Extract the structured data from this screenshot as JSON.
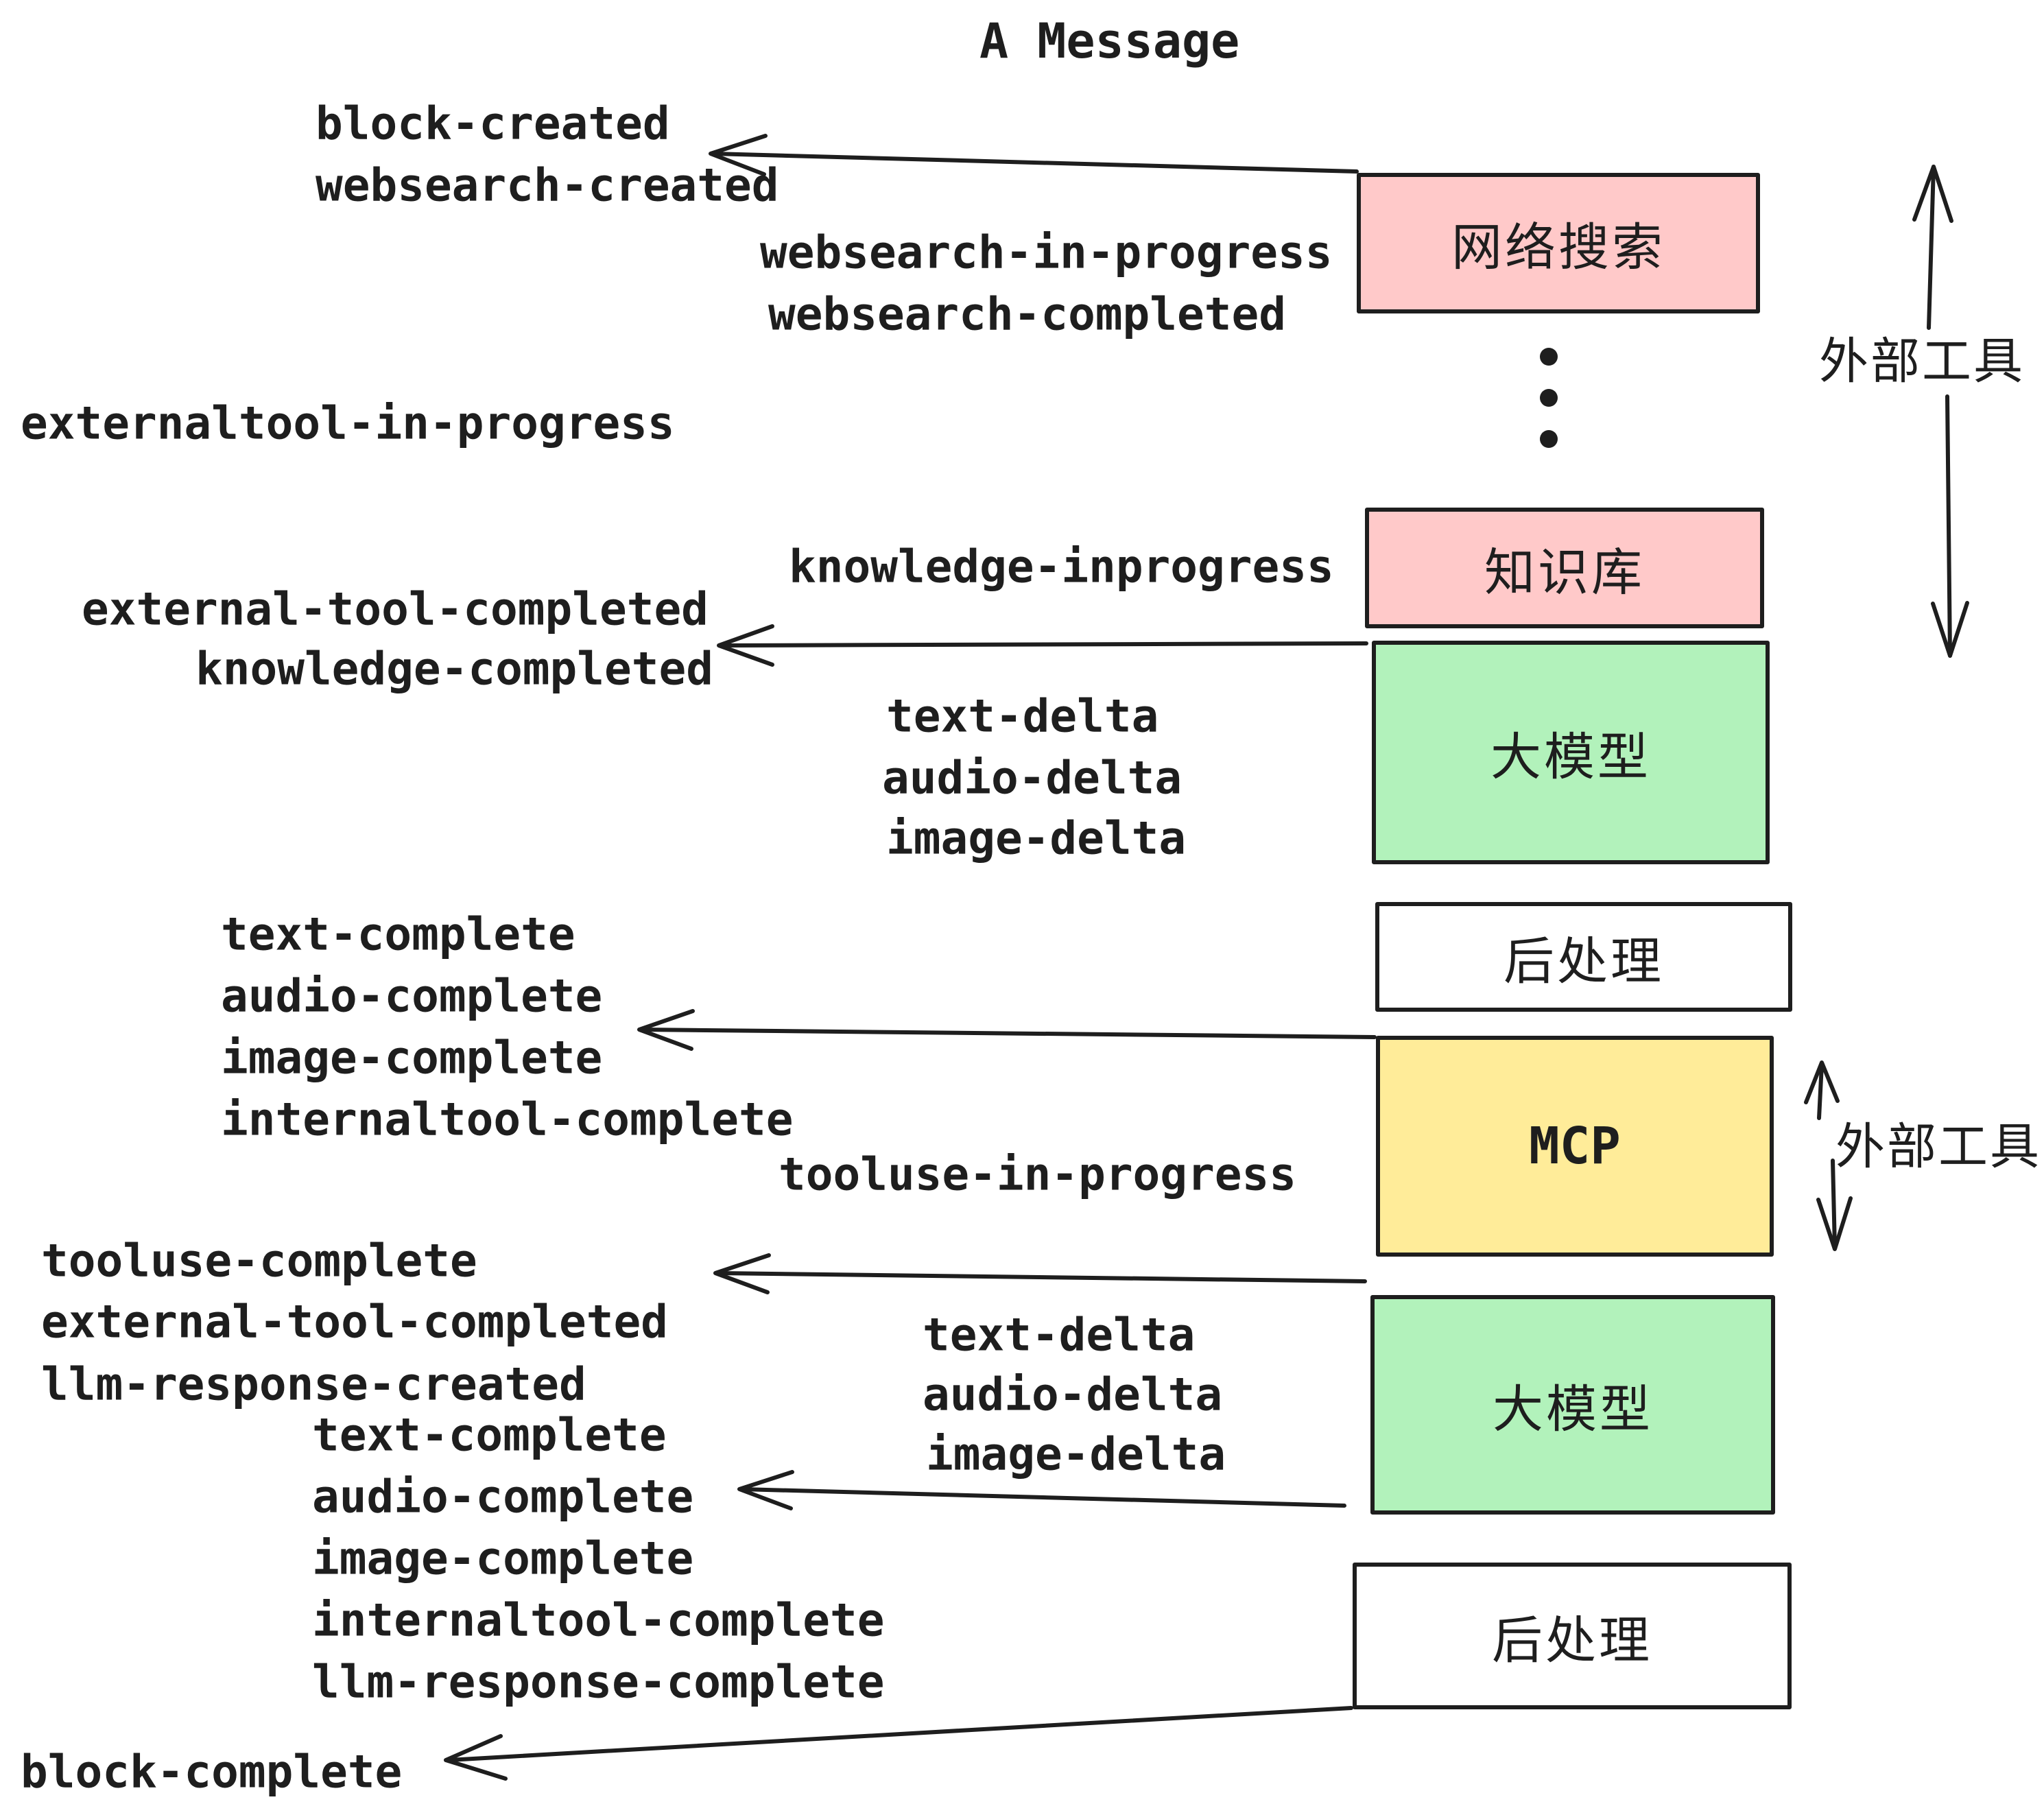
{
  "title": "A Message",
  "events": {
    "block_created": "block-created",
    "websearch_created": "websearch-created",
    "websearch_in_progress": "websearch-in-progress",
    "websearch_completed": "websearch-completed",
    "externaltool_in_progress": "externaltool-in-progress",
    "knowledge_inprogress": "knowledge-inprogress",
    "external_tool_completed": "external-tool-completed",
    "knowledge_completed": "knowledge-completed",
    "text_delta": "text-delta",
    "audio_delta": "audio-delta",
    "image_delta": "image-delta",
    "text_complete": "text-complete",
    "audio_complete": "audio-complete",
    "image_complete": "image-complete",
    "internaltool_complete": "internaltool-complete",
    "tooluse_in_progress": "tooluse-in-progress",
    "tooluse_complete": "tooluse-complete",
    "llm_response_created": "llm-response-created",
    "llm_response_complete": "llm-response-complete",
    "block_complete": "block-complete"
  },
  "boxes": [
    {
      "label": "网络搜索",
      "fill": "#ffc9c9"
    },
    {
      "label": "知识库",
      "fill": "#ffc9c9"
    },
    {
      "label": "大模型",
      "fill": "#b2f2bb"
    },
    {
      "label": "后处理",
      "fill": "#ffffff"
    },
    {
      "label": "MCP",
      "fill": "#ffec99"
    },
    {
      "label": "大模型",
      "fill": "#b2f2bb"
    },
    {
      "label": "后处理",
      "fill": "#ffffff"
    }
  ],
  "side_labels": {
    "external_tools_top": "外部工具",
    "external_tools_mcp": "外部工具"
  },
  "colors": {
    "ink": "#1e1e1e",
    "background": "#ffffff"
  }
}
